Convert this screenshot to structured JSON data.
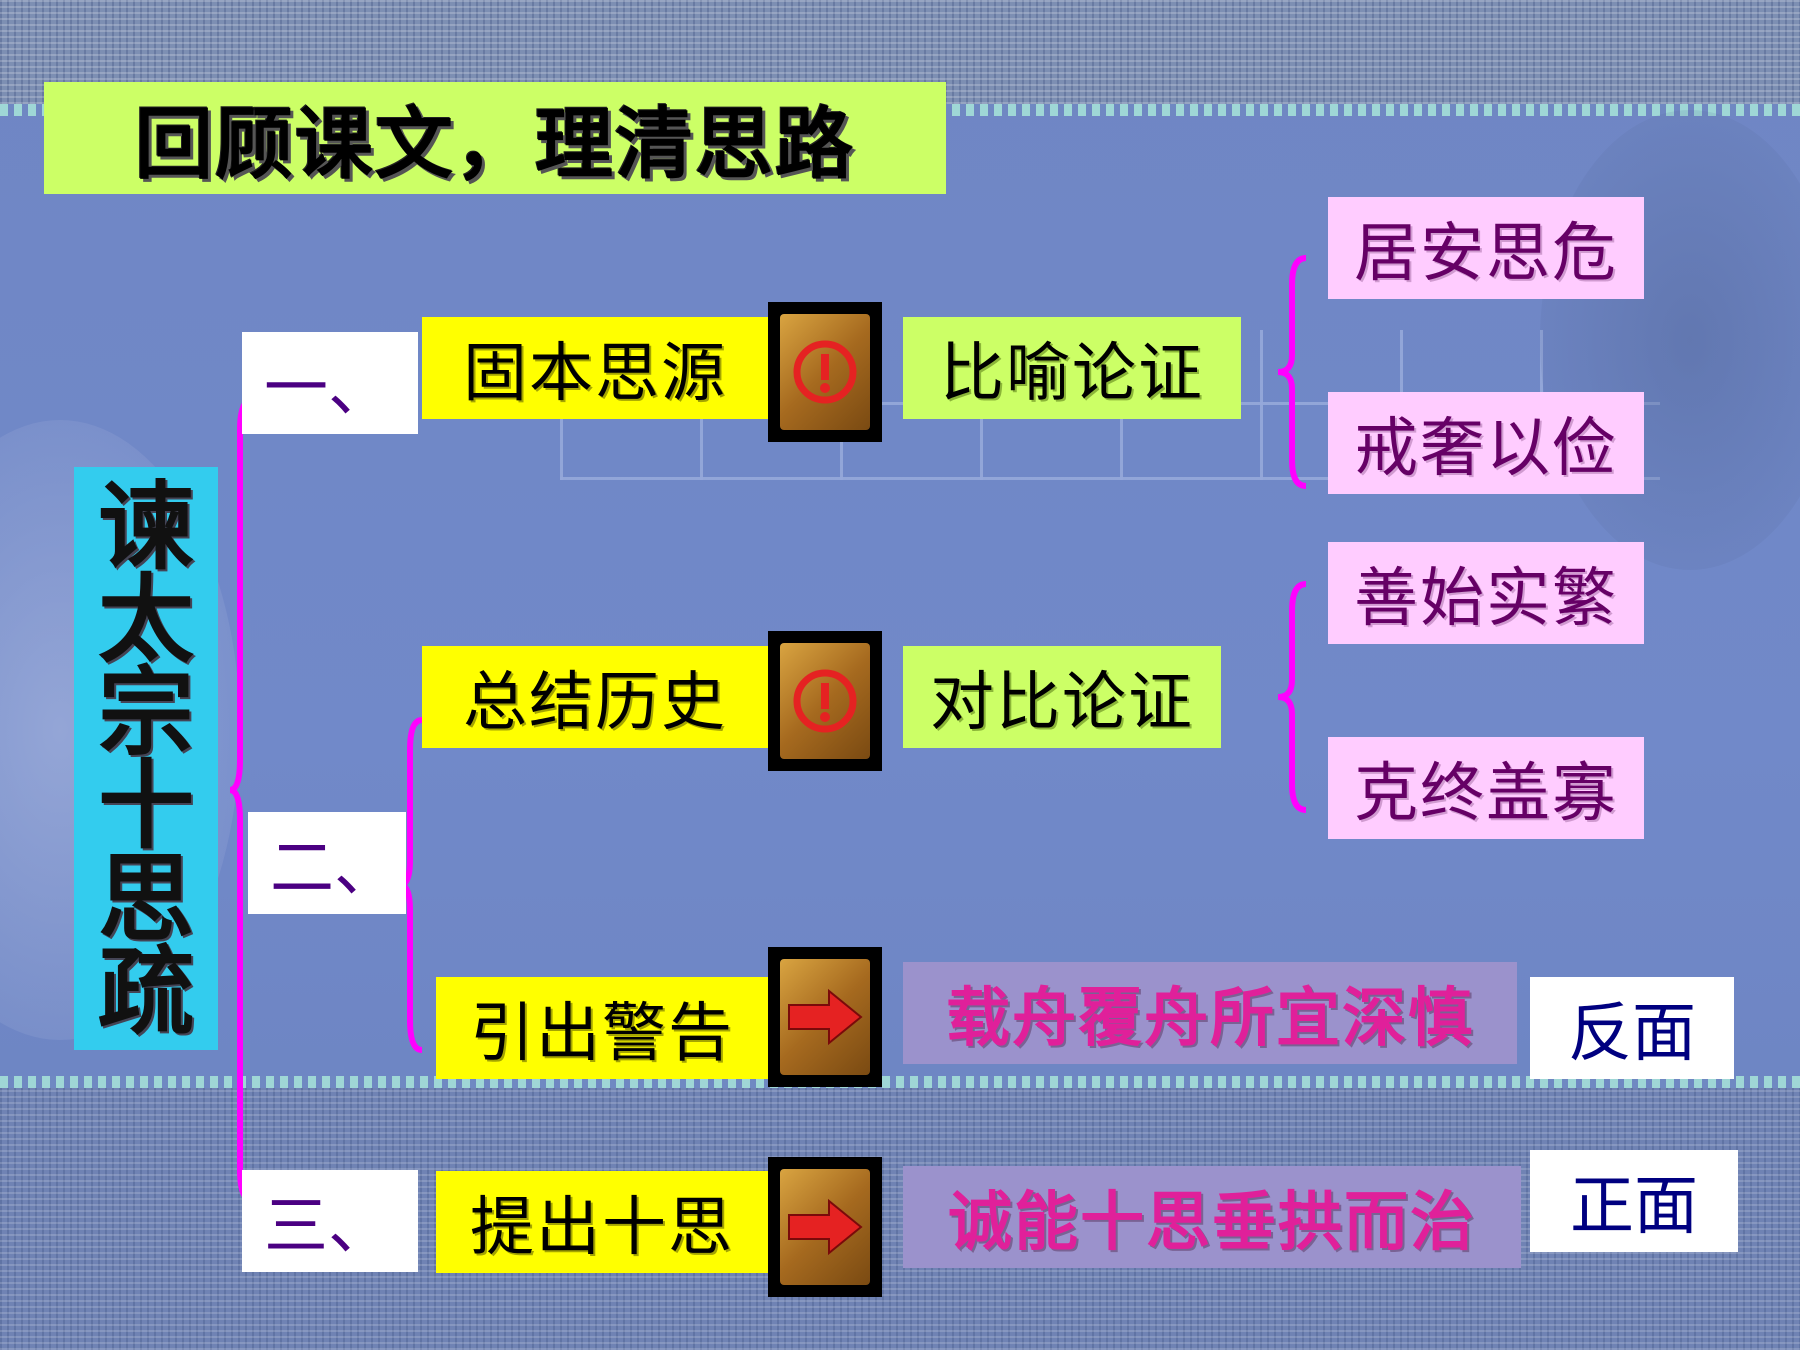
{
  "title": "回顾课文，理清思路",
  "main_topic": [
    "谏",
    "太",
    "宗",
    "十",
    "思",
    "疏"
  ],
  "sections": [
    {
      "number": "一、",
      "label": "固本思源",
      "method": "比喻论证",
      "points": [
        "居安思危",
        "戒奢以俭"
      ]
    },
    {
      "number": "二、",
      "items": [
        {
          "label": "总结历史",
          "method": "对比论证",
          "points": [
            "善始实繁",
            "克终盖寡"
          ]
        },
        {
          "label": "引出警告",
          "result": "载舟覆舟所宜深慎",
          "side": "反面"
        }
      ]
    },
    {
      "number": "三、",
      "label": "提出十思",
      "result": "诚能十思垂拱而治",
      "side": "正面"
    }
  ],
  "icons": [
    "exclamation-icon",
    "exclamation-icon",
    "arrow-right-icon",
    "arrow-right-icon"
  ],
  "colors": {
    "background": "#7189c9",
    "title_bg": "#ccff66",
    "topic_bg": "#33ccee",
    "yellow": "#ffff00",
    "green": "#ccff66",
    "pink": "#ffccff",
    "purple": "#9b92cc",
    "brace": "#ff00ff",
    "icon_red": "#e52222"
  }
}
